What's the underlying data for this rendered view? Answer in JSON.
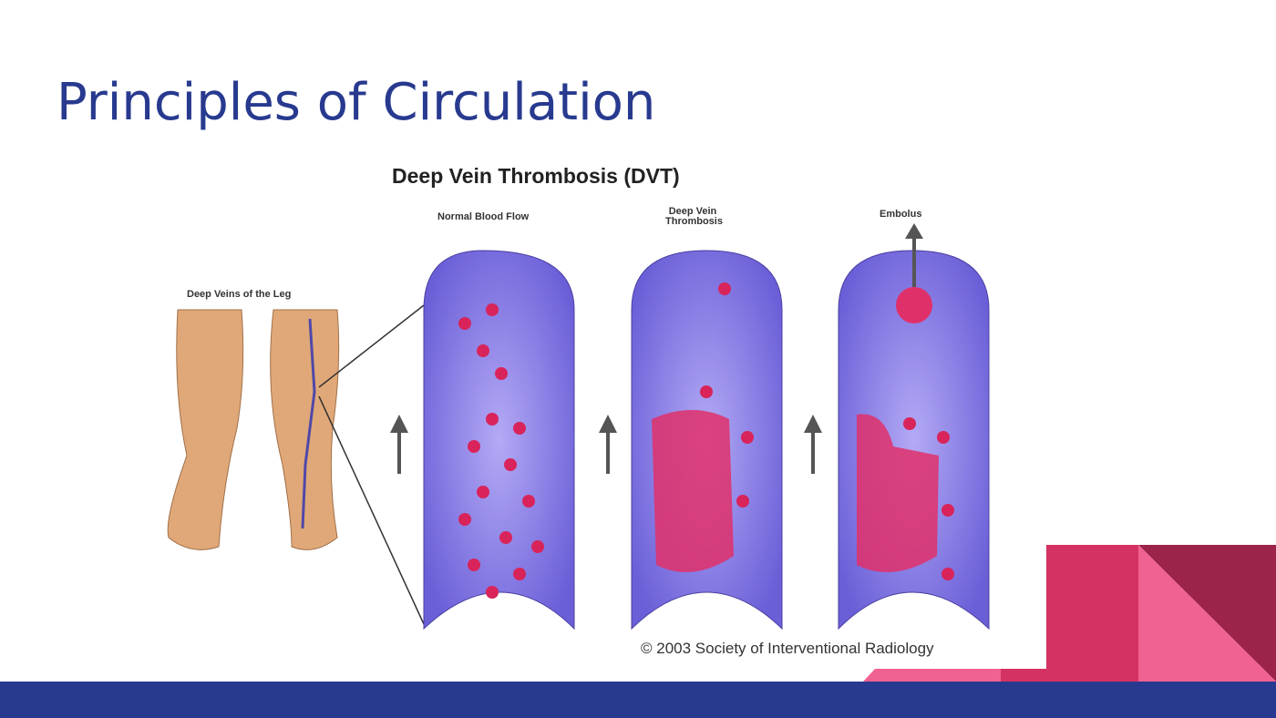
{
  "slide": {
    "title": "Principles of Circulation"
  },
  "figure": {
    "title": "Deep Vein Thrombosis (DVT)",
    "leg_label": "Deep Veins of the Leg",
    "panels": [
      {
        "label": "Normal Blood Flow"
      },
      {
        "label": "Deep Vein Thrombosis"
      },
      {
        "label": "Embolus"
      }
    ],
    "credit": "© 2003 Society of Interventional Radiology"
  },
  "colors": {
    "accent_blue": "#283a8f",
    "pink": "#f06292",
    "red": "#d43262",
    "maroon": "#9c2349",
    "vein": "#8f84e6"
  }
}
